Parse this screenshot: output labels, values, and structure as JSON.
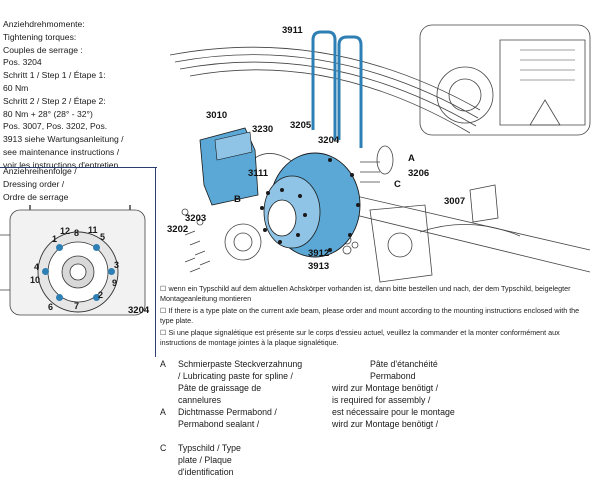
{
  "torque": {
    "lines": [
      "Anziehdrehmomente:",
      "Tightening torques:",
      "Couples de serrage :",
      "Pos. 3204",
      "Schritt 1 / Step 1 / Étape 1:",
      "60 Nm",
      "Schritt 2 / Step 2 / Étape 2:",
      "80 Nm + 28° (28° - 32°)",
      "Pos. 3007, Pos. 3202, Pos.",
      "3913 siehe Wartungsanleitung /",
      "see maintenance instructions /",
      "voir les instructions d'entretien"
    ]
  },
  "order": {
    "lines": [
      "Anziehreihenfolge /",
      "Dressing order /",
      "Ordre de serrage"
    ]
  },
  "wheel_sequence": [
    "1",
    "2",
    "3",
    "4",
    "5",
    "6",
    "7",
    "8",
    "9",
    "10",
    "11",
    "12"
  ],
  "callouts": {
    "c3911": "3911",
    "c3010": "3010",
    "c3230": "3230",
    "c3205": "3205",
    "c3204": "3204",
    "c3111": "3111",
    "cA": "A",
    "c3206": "3206",
    "cC": "C",
    "cB": "B",
    "c3007": "3007",
    "c3203": "3203",
    "c3202": "3202",
    "c3912": "3912",
    "c3913": "3913",
    "c3204b": "3204"
  },
  "notes": [
    "wenn ein Typschild auf dem aktuellen Achskörper vorhanden ist, dann bitte bestellen und nach, der dem Typschild, beigelegter Montageanleitung montieren",
    "If there is a type plate on the current axle beam, please order and mount according to the mounting instructions enclosed with the type plate.",
    "Si une plaque signalétique est présente sur le corps d'essieu actuel, veuillez la commander et la monter conformément aux instructions de montage jointes à la plaque signalétique."
  ],
  "legend": {
    "rows": [
      {
        "key": "A",
        "lines": [
          "Schmierpaste Steckverzahnung",
          "/ Lubricating paste for spline /",
          "Pâte de graissage de",
          "cannelures"
        ]
      },
      {
        "key": "A",
        "lines": [
          "Dichtmasse Permabond /",
          "Permabond sealant /"
        ]
      },
      {
        "key": "C",
        "lines": [
          "Typschild / Type",
          "plate / Plaque",
          "d'identification"
        ]
      }
    ],
    "col2": [
      "Pâte d'étanchéité",
      "Permabond",
      "wird zur Montage benötigt /",
      "is required for assembly /",
      "est nécessaire pour le montage",
      "wird zur Montage benötigt /"
    ]
  },
  "colors": {
    "part_blue": "#5ba8d6",
    "part_blue_dark": "#2e7fb3",
    "line": "#1a1a1a",
    "divider": "#2a3d6e"
  }
}
